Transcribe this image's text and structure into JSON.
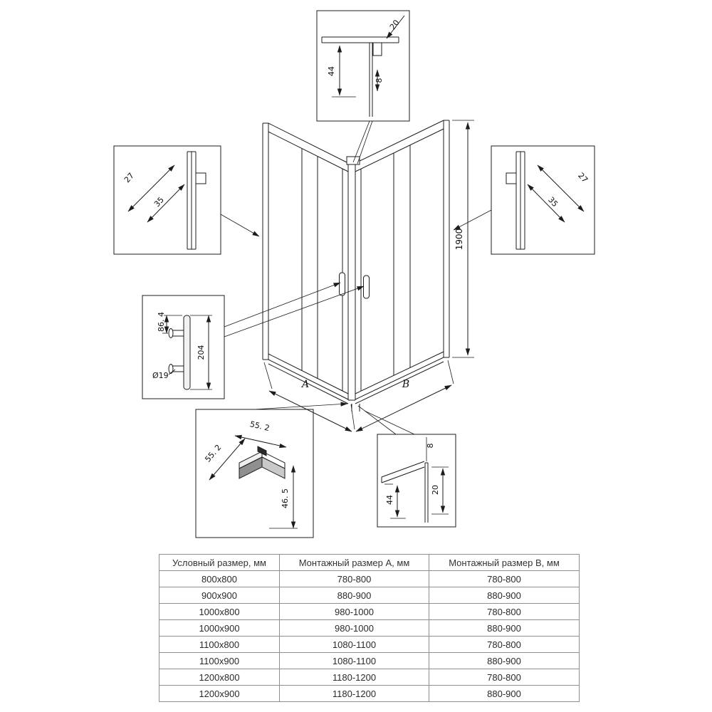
{
  "drawing": {
    "main": {
      "height": "1900",
      "width_a": "A",
      "width_b": "B"
    },
    "detail_top": {
      "d1": "20",
      "d2": "44",
      "d3": "8"
    },
    "detail_left": {
      "d1": "27",
      "d2": "35"
    },
    "detail_right": {
      "d1": "27",
      "d2": "35"
    },
    "detail_handle": {
      "d1": "86. 4",
      "d2": "204",
      "d3": "Ø19"
    },
    "detail_corner": {
      "d1": "55. 2",
      "d2": "55. 2",
      "d3": "46. 5"
    },
    "detail_bottom": {
      "d1": "8",
      "d2": "44",
      "d3": "20"
    }
  },
  "table": {
    "headers": [
      "Условный размер, мм",
      "Монтажный размер А, мм",
      "Монтажный размер В, мм"
    ],
    "rows": [
      [
        "800x800",
        "780-800",
        "780-800"
      ],
      [
        "900x900",
        "880-900",
        "880-900"
      ],
      [
        "1000x800",
        "980-1000",
        "780-800"
      ],
      [
        "1000x900",
        "980-1000",
        "880-900"
      ],
      [
        "1100x800",
        "1080-1100",
        "780-800"
      ],
      [
        "1100x900",
        "1080-1100",
        "880-900"
      ],
      [
        "1200x800",
        "1180-1200",
        "780-800"
      ],
      [
        "1200x900",
        "1180-1200",
        "880-900"
      ]
    ]
  }
}
